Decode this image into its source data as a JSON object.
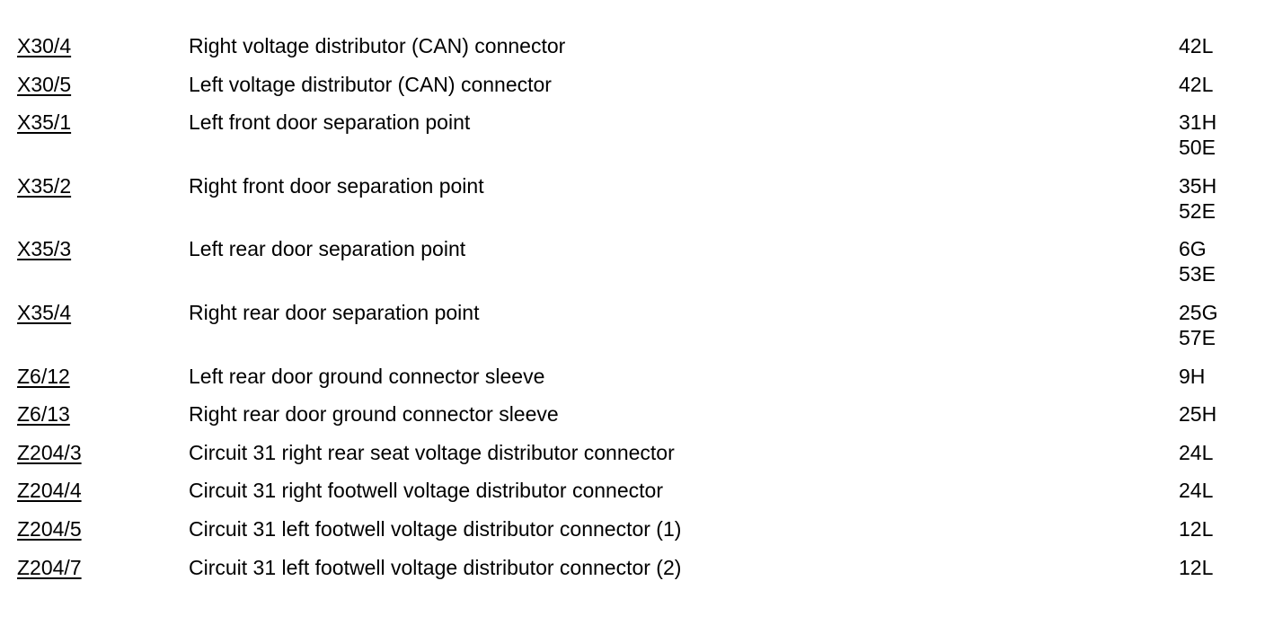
{
  "rows": [
    {
      "code": "X30/4",
      "description": "Right voltage distributor (CAN) connector",
      "refs": [
        "42L"
      ]
    },
    {
      "code": "X30/5",
      "description": "Left voltage distributor (CAN) connector",
      "refs": [
        "42L"
      ]
    },
    {
      "code": "X35/1",
      "description": "Left front door separation point",
      "refs": [
        "31H",
        "50E"
      ]
    },
    {
      "code": "X35/2",
      "description": "Right front door separation point",
      "refs": [
        "35H",
        "52E"
      ]
    },
    {
      "code": "X35/3",
      "description": "Left rear door separation point",
      "refs": [
        "6G",
        "53E"
      ]
    },
    {
      "code": "X35/4",
      "description": "Right rear door separation point",
      "refs": [
        "25G",
        "57E"
      ]
    },
    {
      "code": "Z6/12",
      "description": "Left rear door ground connector sleeve",
      "refs": [
        "9H"
      ]
    },
    {
      "code": "Z6/13",
      "description": "Right rear door ground connector sleeve",
      "refs": [
        "25H"
      ]
    },
    {
      "code": "Z204/3",
      "description": "Circuit 31 right rear seat voltage distributor connector",
      "refs": [
        "24L"
      ]
    },
    {
      "code": "Z204/4",
      "description": "Circuit 31 right footwell voltage distributor connector",
      "refs": [
        "24L"
      ]
    },
    {
      "code": "Z204/5",
      "description": "Circuit 31 left footwell voltage distributor connector (1)",
      "refs": [
        "12L"
      ]
    },
    {
      "code": "Z204/7",
      "description": "Circuit 31 left footwell voltage distributor connector (2)",
      "refs": [
        "12L"
      ]
    }
  ]
}
